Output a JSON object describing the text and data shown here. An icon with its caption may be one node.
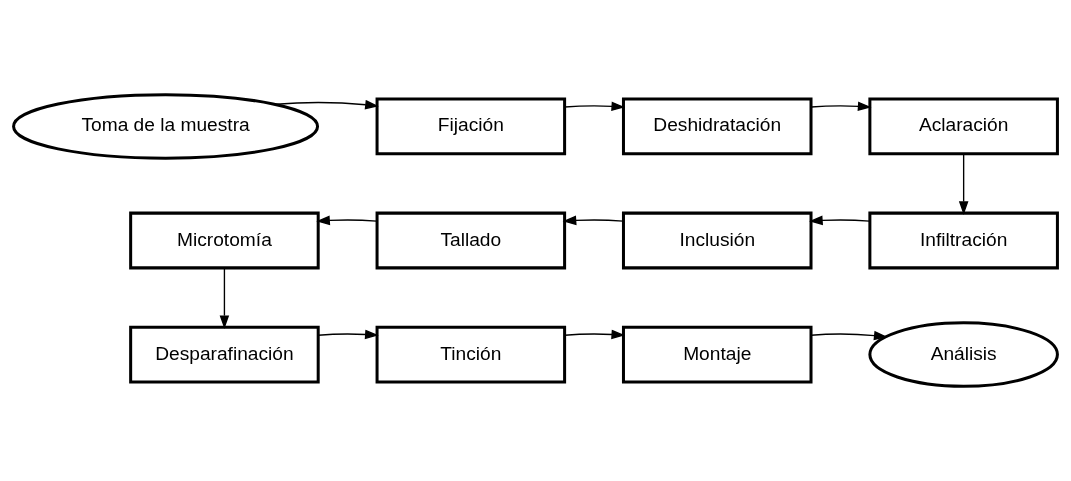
{
  "diagram": {
    "nodes": [
      {
        "text": [
          "Toma de la muestra"
        ]
      },
      {
        "text": [
          "Fijación"
        ]
      },
      {
        "text": [
          "Deshidratación"
        ]
      },
      {
        "text": [
          "Aclaración"
        ]
      },
      {
        "text": [
          "Infiltración"
        ]
      },
      {
        "text": [
          "Inclusión"
        ]
      },
      {
        "text": [
          "Tallado"
        ]
      },
      {
        "text": [
          "Microtomía"
        ]
      },
      {
        "text": [
          "Desparafinación"
        ]
      },
      {
        "text": [
          "Tinción"
        ]
      },
      {
        "text": [
          "Montaje"
        ]
      },
      {
        "text": [
          "Análisis"
        ]
      }
    ],
    "edges": [
      {
        "from": 0,
        "to": 1,
        "arrow": "to"
      },
      {
        "from": 1,
        "to": 2,
        "arrow": "to"
      },
      {
        "from": 2,
        "to": 3,
        "arrow": "to"
      },
      {
        "from": 3,
        "to": 4,
        "arrow": "to"
      },
      {
        "from": 4,
        "to": 5,
        "arrow": "to"
      },
      {
        "from": 5,
        "to": 6,
        "arrow": "to"
      },
      {
        "from": 6,
        "to": 7,
        "arrow": "to"
      },
      {
        "from": 7,
        "to": 8,
        "arrow": "to"
      },
      {
        "from": 8,
        "to": 9,
        "arrow": "to"
      },
      {
        "from": 9,
        "to": 10,
        "arrow": "to"
      },
      {
        "from": 10,
        "to": 11,
        "arrow": "to"
      }
    ]
  }
}
